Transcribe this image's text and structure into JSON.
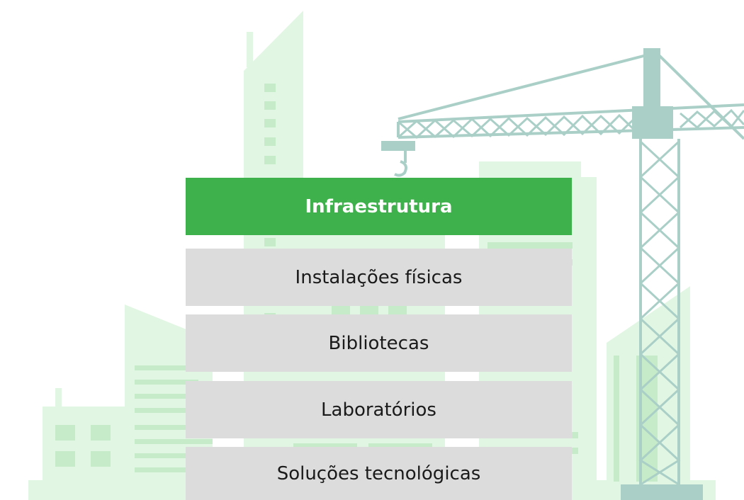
{
  "menu": {
    "title": "Infraestrutura",
    "items": [
      {
        "label": "Instalações físicas"
      },
      {
        "label": "Bibliotecas"
      },
      {
        "label": "Laboratórios"
      },
      {
        "label": "Soluções tecnológicas"
      }
    ]
  },
  "colors": {
    "header": "#3fb14c",
    "item_background": "#dcdcdc",
    "illustration_light": "#e2f6e4",
    "illustration_mid": "#c5ebc9",
    "crane": "#a9cfc7"
  },
  "icons": [
    "city-skyline-illustration",
    "construction-crane-illustration"
  ]
}
